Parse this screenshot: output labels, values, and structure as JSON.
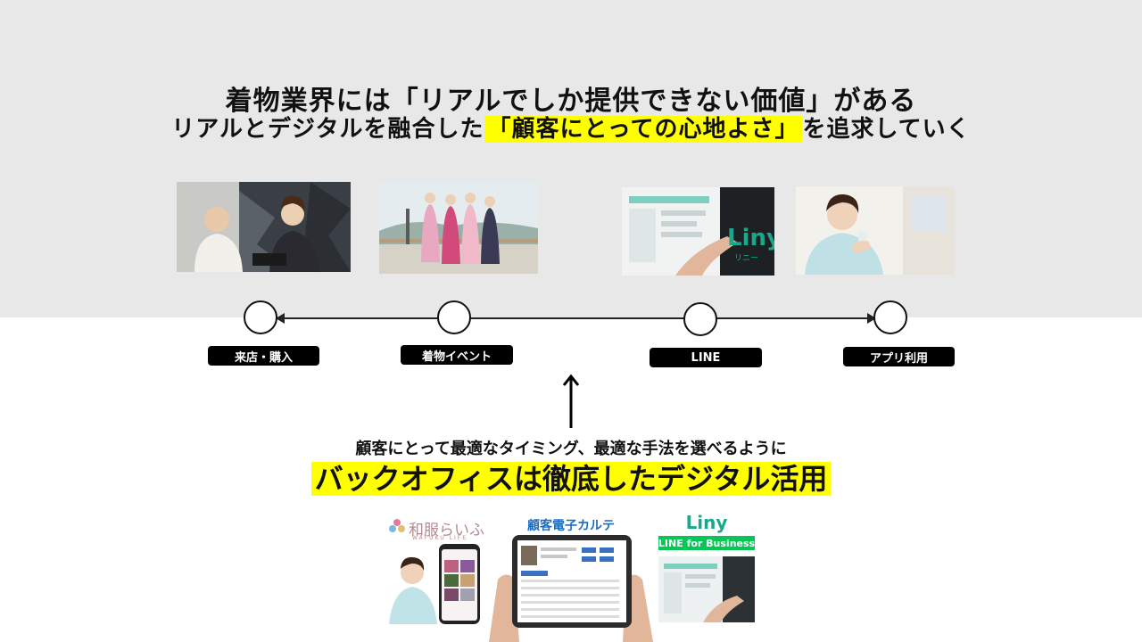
{
  "headline": {
    "line1": "着物業界には「リアルでしか提供できない価値」がある",
    "line2_before": "リアルとデジタルを融合した",
    "line2_highlight": "「顧客にとっての心地よさ」",
    "line2_after": "を追求していく"
  },
  "timeline": {
    "nodes": [
      {
        "label": "来店・購入"
      },
      {
        "label": "着物イベント"
      },
      {
        "label": "LINE"
      },
      {
        "label": "アプリ利用"
      }
    ]
  },
  "photos": {
    "liny_logo": "Liny",
    "liny_sub": "リニー"
  },
  "captions": {
    "sub": "顧客にとって最適なタイミング、最適な手法を選べるように",
    "main": "バックオフィスは徹底したデジタル活用"
  },
  "tools": {
    "wafuku_title": "和服らいふ",
    "wafuku_sub": "WAFUKU LIFE",
    "karte_title": "顧客電子カルテ",
    "liny_title": "Liny",
    "liny_badge": "LINE for Business"
  },
  "colors": {
    "highlight": "#ffff00",
    "band": "#e8e8e8",
    "liny_green": "#1aa88a",
    "line_green": "#06c755",
    "karte_blue": "#1a6fc4"
  }
}
